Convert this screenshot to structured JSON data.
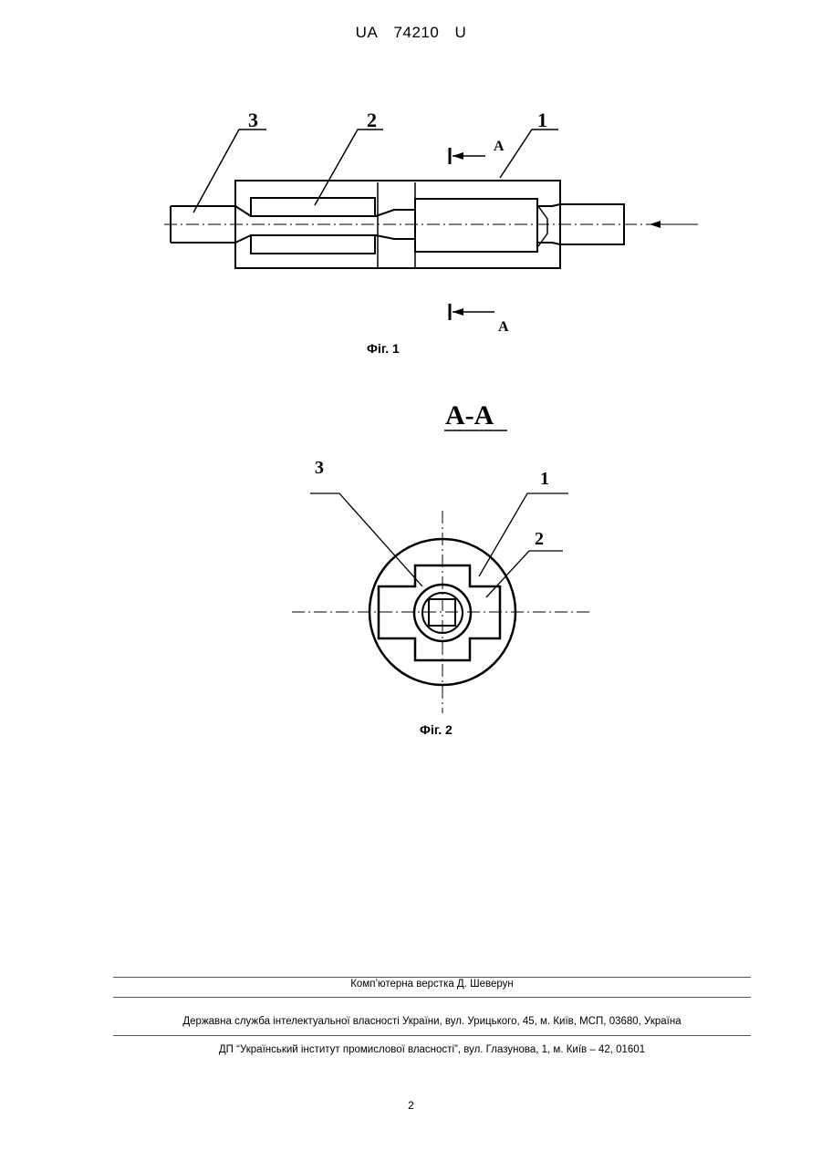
{
  "header": {
    "country": "UA",
    "number": "74210",
    "kind": "U"
  },
  "figure1": {
    "caption": "Фіг. 1",
    "labels": {
      "housing": "1",
      "insert": "2",
      "rod": "3"
    },
    "section_label": "A"
  },
  "figure2": {
    "caption": "Фіг. 2",
    "title": "A-A",
    "labels": {
      "housing": "1",
      "insert": "2",
      "rod": "3"
    }
  },
  "footer": {
    "layout": "Комп’ютерна верстка Д. Шеверун",
    "agency": "Державна служба інтелектуальної власності України, вул. Урицького, 45, м. Київ, МСП, 03680, Україна",
    "institute": "ДП “Український інститут промислової власності”, вул. Глазунова, 1, м. Київ – 42, 01601"
  },
  "page_number": "2"
}
